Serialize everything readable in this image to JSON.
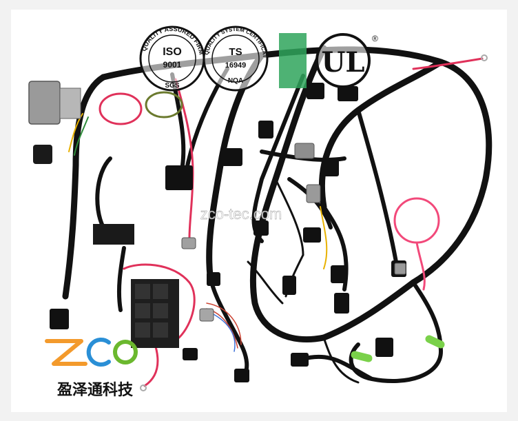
{
  "photo": {
    "subject": "automotive wiring harness on white background"
  },
  "certifications": {
    "iso": {
      "ring_text": "QUALITY ASSURED FIRM",
      "main": "ISO",
      "number": "9001",
      "footer": "SGS"
    },
    "ts": {
      "ring_text": "QUALITY SYSTEM CERTIFICATE",
      "main": "TS",
      "number": "16949",
      "footer": "NQA"
    },
    "ul": {
      "mark": "UL",
      "registered": "®"
    }
  },
  "watermark": "zco-tec.com",
  "brand": {
    "logo_letters": "ZCO",
    "chinese_name": "盈泽通科技",
    "colors": {
      "z": "#f39a2c",
      "c": "#2a8fd6",
      "o": "#6bb82e",
      "text": "#111111"
    }
  },
  "colors": {
    "wire_black": "#111111",
    "wire_red": "#e0315a",
    "wire_pink": "#f2497a",
    "tape_green": "#7ad14a",
    "connector_grey": "#9a9a9a"
  }
}
